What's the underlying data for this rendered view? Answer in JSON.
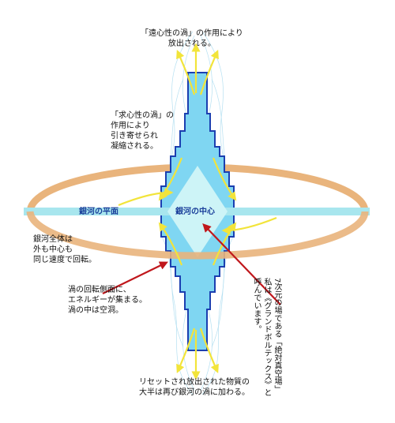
{
  "colors": {
    "disk_edge": "#e9b47c",
    "disk_fill": "#f6dcbf",
    "plane": "#a8e6ee",
    "column_fill": "#7fd6f2",
    "column_edge": "#1b3fb0",
    "core": "#cdf4f7",
    "vortex_line": "#7ac7e6",
    "arrow_yellow": "#f2e43a",
    "arrow_red": "#c0171c"
  },
  "labels": {
    "top": [
      "「遠心性の渦」の作用により",
      "放出される。"
    ],
    "upper_left": [
      "「求心性の渦」の",
      "作用により",
      "引き寄せられ",
      "凝縮される。"
    ],
    "plane": "銀河の平面",
    "center": "銀河の中心",
    "left_mid": [
      "銀河全体は",
      "外も中心も",
      "同じ速度で回転。"
    ],
    "lower_left": [
      "渦の回転側面に、",
      "エネルギーが集まる。",
      "渦の中は空洞。"
    ],
    "right_vertical": [
      "7次元の場である「絶対真空場」",
      "私は《グランドボルテックス》と",
      "呼んでいます。"
    ],
    "bottom": [
      "リセットされ放出された物質の",
      "大半は再び銀河の渦に加わる。"
    ]
  }
}
